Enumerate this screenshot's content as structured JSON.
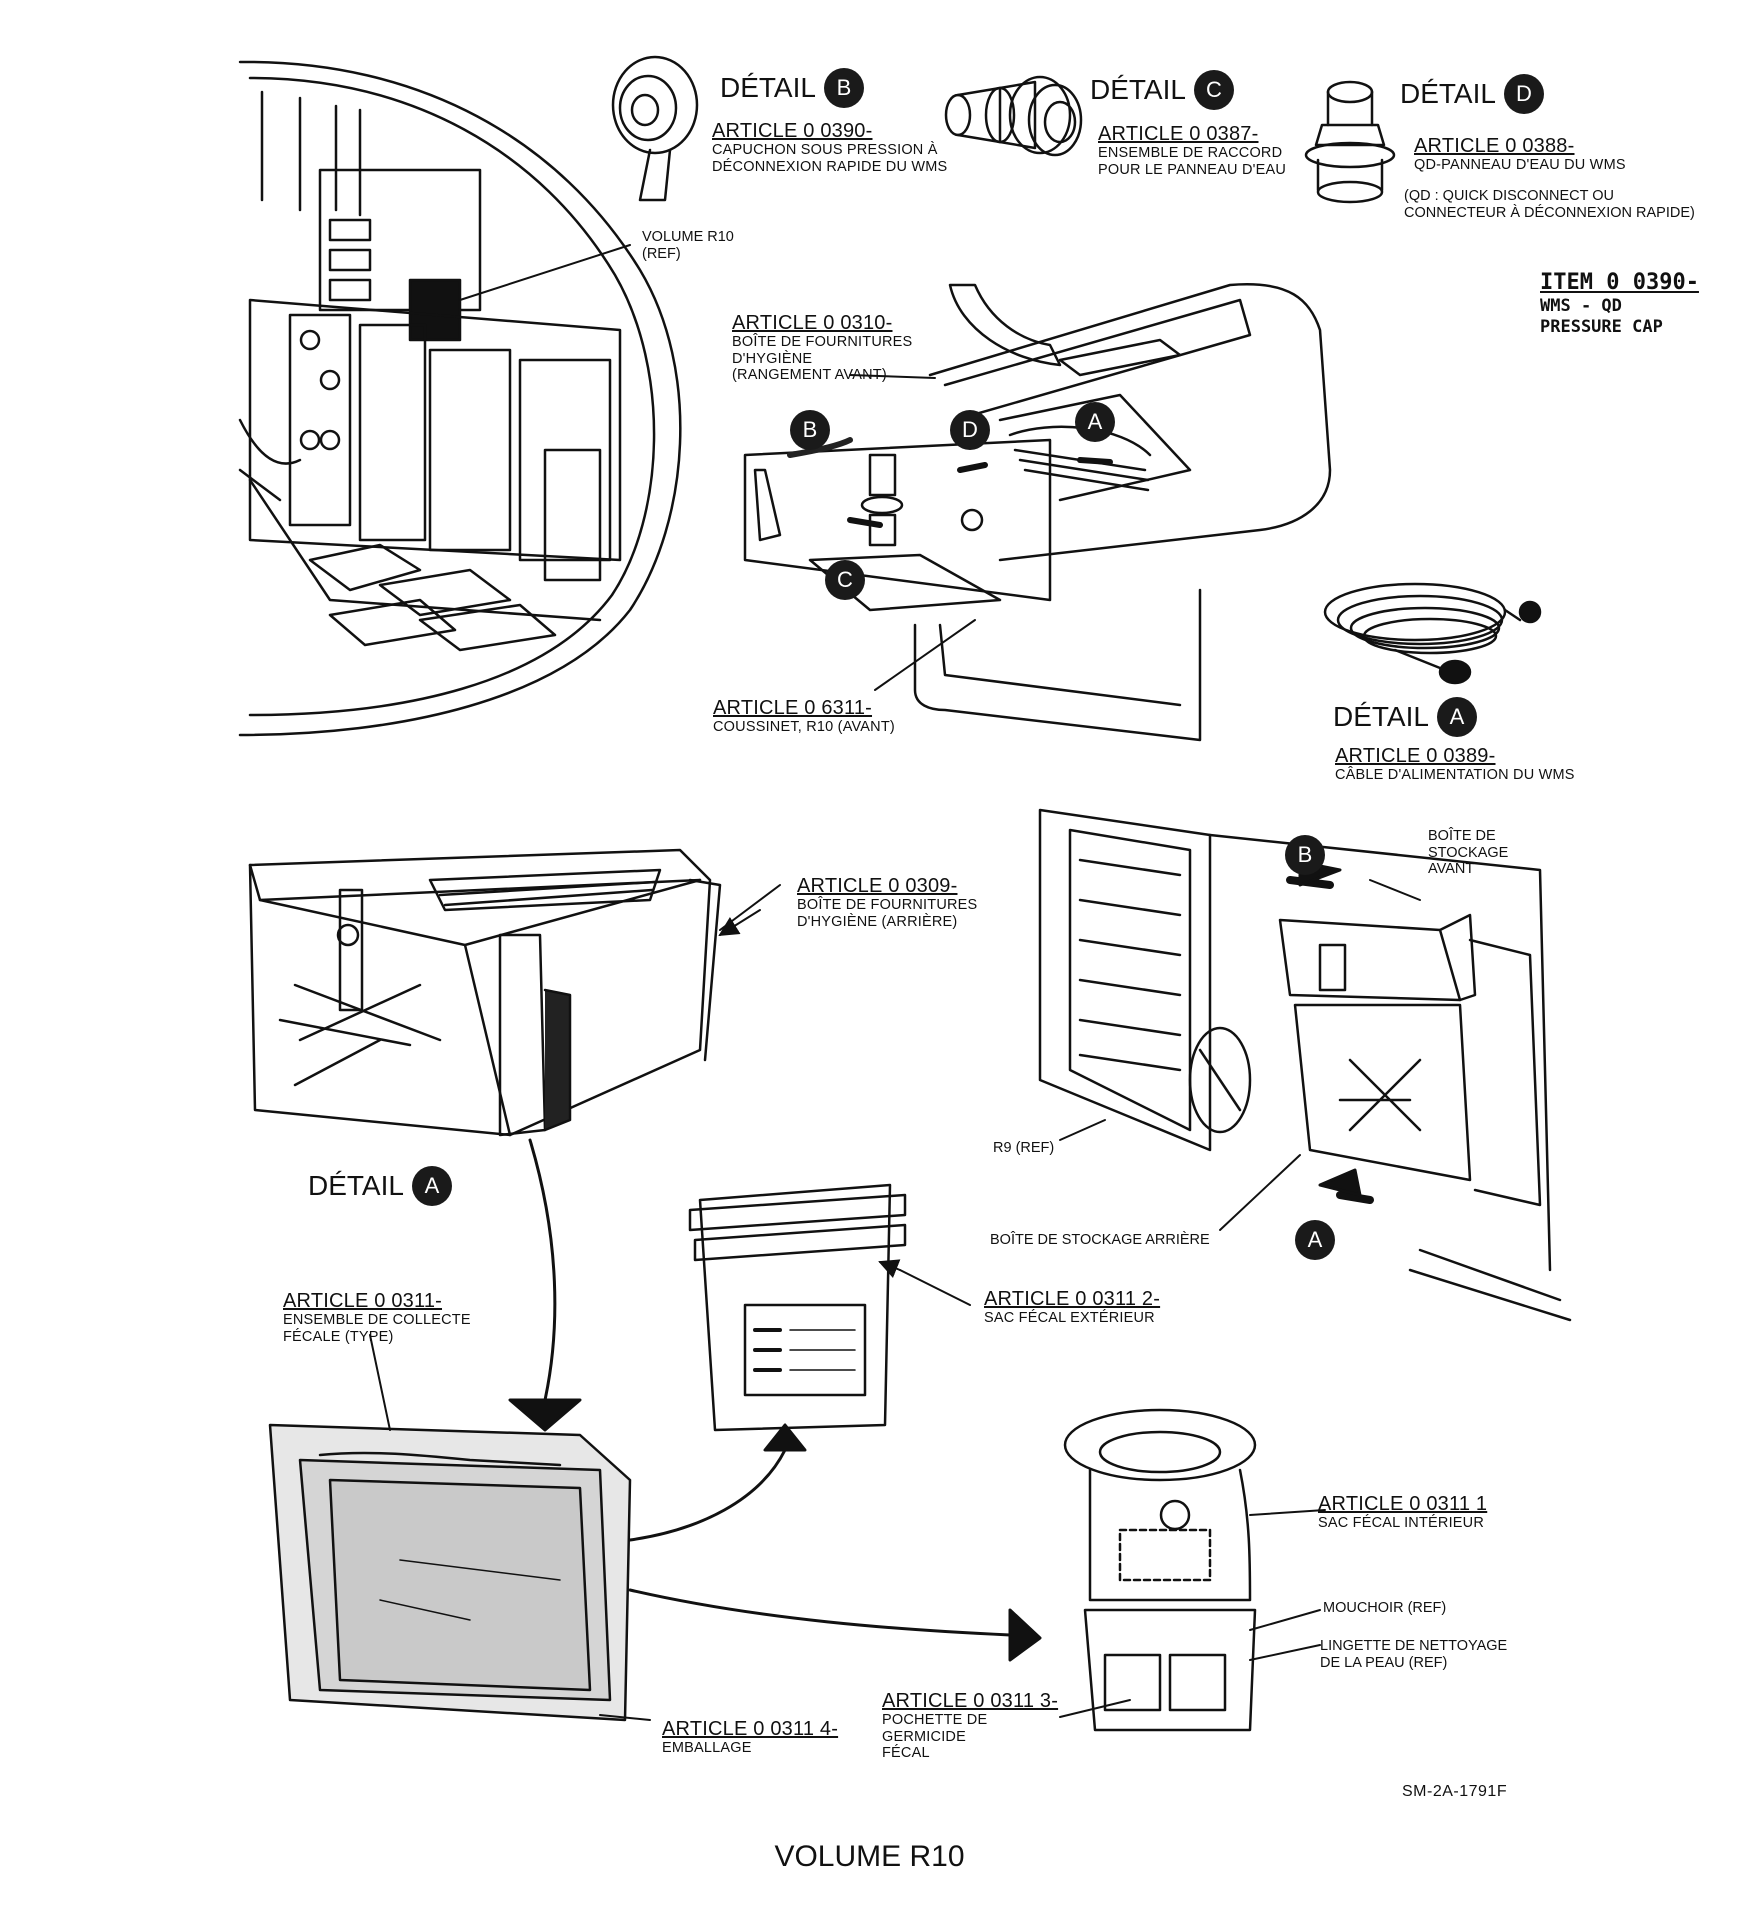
{
  "details": {
    "b_top": {
      "word": "DÉTAIL",
      "letter": "B"
    },
    "c_top": {
      "word": "DÉTAIL",
      "letter": "C"
    },
    "d_top": {
      "word": "DÉTAIL",
      "letter": "D"
    },
    "a_cable": {
      "word": "DÉTAIL",
      "letter": "A"
    },
    "a_box": {
      "word": "DÉTAIL",
      "letter": "A"
    }
  },
  "labels": {
    "art_0390": {
      "title": "ARTICLE 0 0390-",
      "lines": [
        "CAPUCHON SOUS PRESSION À",
        "DÉCONNEXION RAPIDE DU WMS"
      ]
    },
    "art_0387": {
      "title": "ARTICLE 0 0387-",
      "lines": [
        "ENSEMBLE DE RACCORD",
        "POUR LE PANNEAU D'EAU"
      ]
    },
    "art_0388": {
      "title": "ARTICLE 0 0388-",
      "lines": [
        "QD-PANNEAU D'EAU DU WMS"
      ]
    },
    "art_0310": {
      "title": "ARTICLE 0 0310-",
      "lines": [
        "BOÎTE DE FOURNITURES",
        "D'HYGIÈNE",
        "(RANGEMENT AVANT)"
      ]
    },
    "art_6311": {
      "title": "ARTICLE 0 6311-",
      "lines": [
        "COUSSINET, R10 (AVANT)"
      ]
    },
    "art_0389": {
      "title": "ARTICLE 0 0389-",
      "lines": [
        "CÂBLE D'ALIMENTATION DU WMS"
      ]
    },
    "art_0309": {
      "title": "ARTICLE 0 0309-",
      "lines": [
        "BOÎTE DE FOURNITURES",
        "D'HYGIÈNE (ARRIÈRE)"
      ]
    },
    "art_0311": {
      "title": "ARTICLE 0 0311-",
      "lines": [
        "ENSEMBLE DE COLLECTE",
        "FÉCALE (TYPE)"
      ]
    },
    "art_0311_2": {
      "title": "ARTICLE 0 0311 2-",
      "lines": [
        "SAC FÉCAL EXTÉRIEUR"
      ]
    },
    "art_0311_1": {
      "title": "ARTICLE 0 0311 1",
      "lines": [
        "SAC FÉCAL INTÉRIEUR"
      ]
    },
    "art_0311_4": {
      "title": "ARTICLE 0 0311 4-",
      "lines": [
        "EMBALLAGE"
      ]
    },
    "art_0311_3": {
      "title": "ARTICLE 0 0311 3-",
      "lines": [
        "POCHETTE DE",
        "GERMICIDE",
        "FÉCAL"
      ]
    }
  },
  "notes": {
    "qd_note": [
      "(QD : QUICK DISCONNECT OU",
      "CONNECTEUR À DÉCONNEXION RAPIDE)"
    ],
    "volume_ref": [
      "VOLUME R10",
      "(REF)"
    ],
    "stockage_avant": [
      "BOÎTE DE",
      "STOCKAGE",
      "AVANT"
    ],
    "stockage_arriere": "BOÎTE DE STOCKAGE ARRIÈRE",
    "r9_ref": "R9 (REF)",
    "mouchoir": "MOUCHOIR (REF)",
    "lingette": [
      "LINGETTE DE NETTOYAGE",
      "DE LA PEAU (REF)"
    ]
  },
  "handwritten": {
    "line1": "ITEM 0 0390-",
    "line2": "WMS - QD",
    "line3": "PRESSURE CAP"
  },
  "callouts": {
    "a": "A",
    "b": "B",
    "c": "C",
    "d": "D"
  },
  "drawing_ref": "SM-2A-1791F",
  "footer_title": "VOLUME R10"
}
